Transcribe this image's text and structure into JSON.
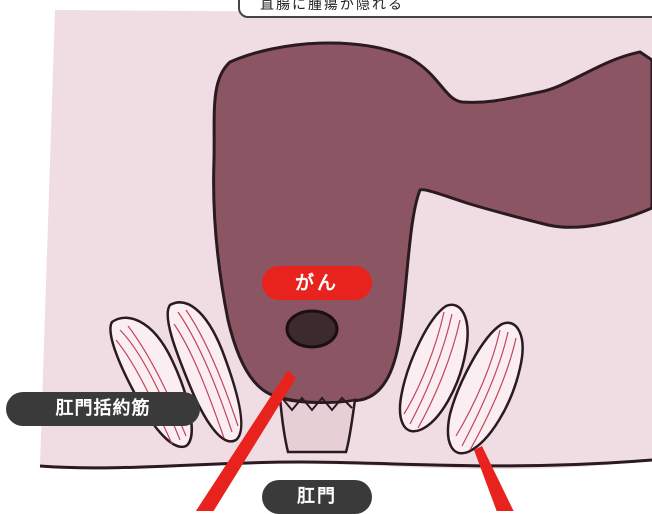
{
  "labels": {
    "top_caption": "直腸に腫瘍が隠れる",
    "cancer": "がん",
    "sphincter": "肛門括約筋",
    "anus": "肛門"
  },
  "colors": {
    "background_skin": "#efdde3",
    "rectum": "#8b5563",
    "outline": "#2b1a20",
    "tumor": "#3d2a2c",
    "muscle_stripe": "#c2455a",
    "pointer_red": "#e8231d",
    "pill_dark": "#3a3a3a"
  }
}
